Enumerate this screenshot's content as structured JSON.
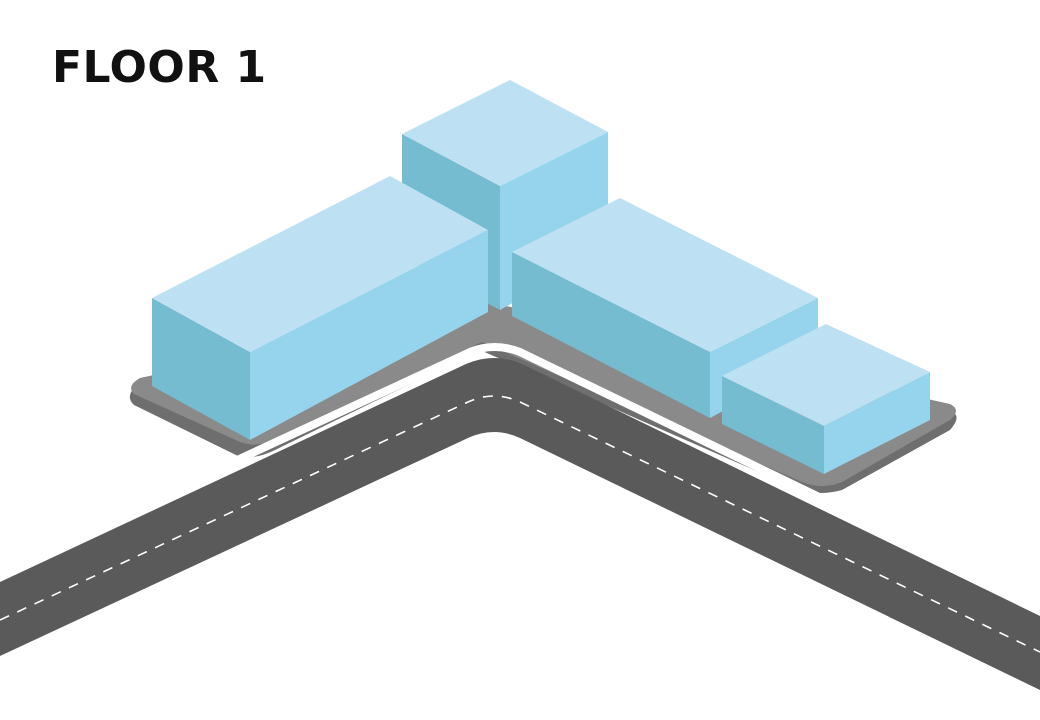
{
  "title": "FLOOR 1",
  "colors": {
    "background": "#ffffff",
    "title": "#111111",
    "block_top": "#bde0f3",
    "block_side_light": "#96d3ec",
    "block_side_dark": "#76bcd0",
    "plinth": "#8a8a8a",
    "plinth_shadow": "#6e6e6e",
    "road": "#5a5a5a",
    "road_edge": "#ffffff",
    "road_dash": "#ffffff"
  },
  "elements": {
    "plinth": "building-plinth",
    "road": "l-shaped-road",
    "blocks": [
      "tall-block",
      "left-long-block",
      "right-long-block",
      "small-block"
    ]
  }
}
